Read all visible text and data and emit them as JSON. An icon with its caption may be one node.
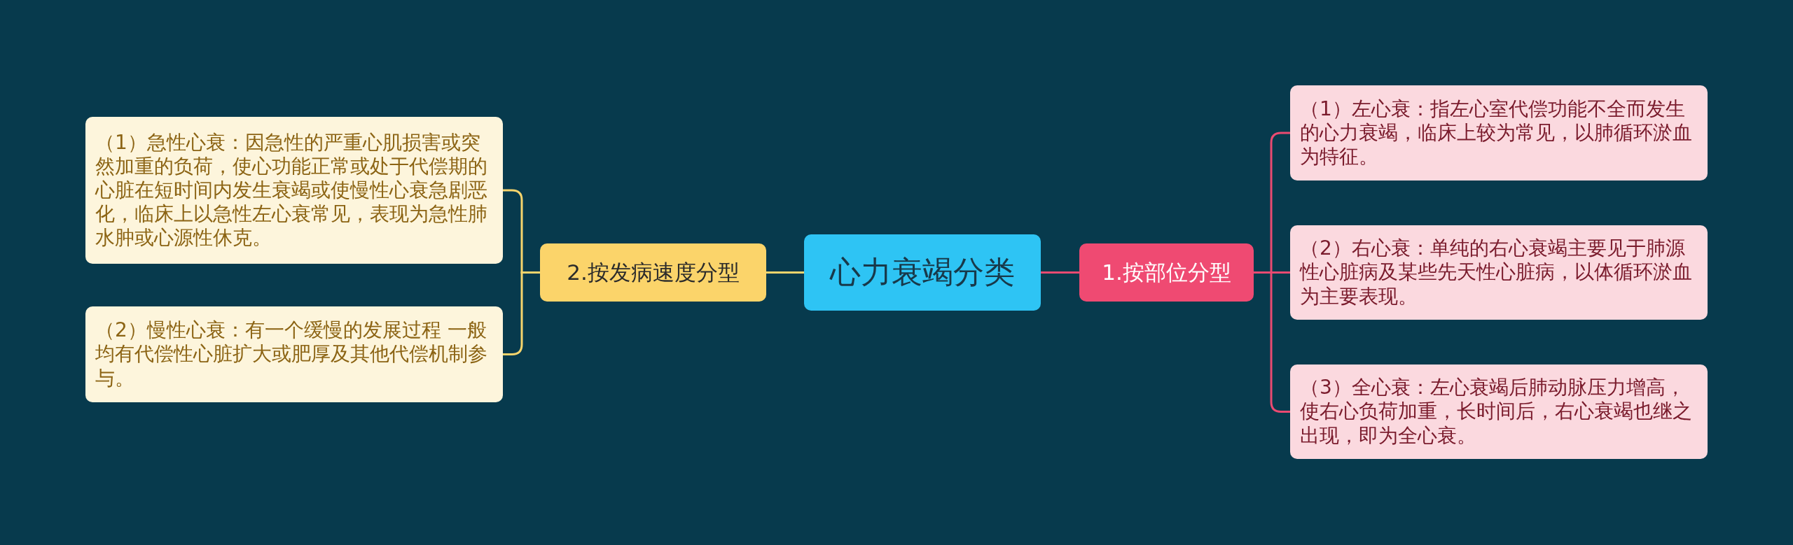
{
  "diagram": {
    "nodes": [
      {
        "text": [
          "心力衰竭分类"
        ]
      },
      {
        "text": [
          "1.按部位分型"
        ]
      },
      {
        "text": [
          "（1）左心衰：指左心室代偿功能不全而发生的心力衰竭，临床上较为常见，以肺循环淤血为特征。"
        ]
      },
      {
        "text": [
          "（2）右心衰：单纯的右心衰竭主要见于肺源性心脏病及某些先天性心脏病，以体循环淤血为主要表现。"
        ]
      },
      {
        "text": [
          "（3）全心衰：左心衰竭后肺动脉压力增高，使右心负荷加重，长时间后，右心衰竭也继之出现，即为全心衰。"
        ]
      },
      {
        "text": [
          "2.按发病速度分型"
        ]
      },
      {
        "text": [
          "（1）急性心衰：因急性的严重心肌损害或突然加重的负荷，使心功能正常或处于代偿期的心脏在短时间内发生衰竭或使慢性心衰急剧恶化，临床上以急性左心衰常见，表现为急性肺水肿或心源性休克。"
        ]
      },
      {
        "text": [
          "（2）慢性心衰：有一个缓慢的发展过程 一般均有代偿性心脏扩大或肥厚及其他代偿机制参与。"
        ]
      }
    ],
    "edges": [
      {
        "from": 0,
        "to": 1,
        "arrow": "none"
      },
      {
        "from": 1,
        "to": 2,
        "arrow": "none"
      },
      {
        "from": 1,
        "to": 3,
        "arrow": "none"
      },
      {
        "from": 1,
        "to": 4,
        "arrow": "none"
      },
      {
        "from": 0,
        "to": 5,
        "arrow": "none",
        "color": "#f6d46c"
      },
      {
        "from": 5,
        "to": 6,
        "arrow": "none",
        "color": "#f6d46c"
      },
      {
        "from": 5,
        "to": 7,
        "arrow": "none",
        "color": "#f6d46c"
      }
    ]
  }
}
